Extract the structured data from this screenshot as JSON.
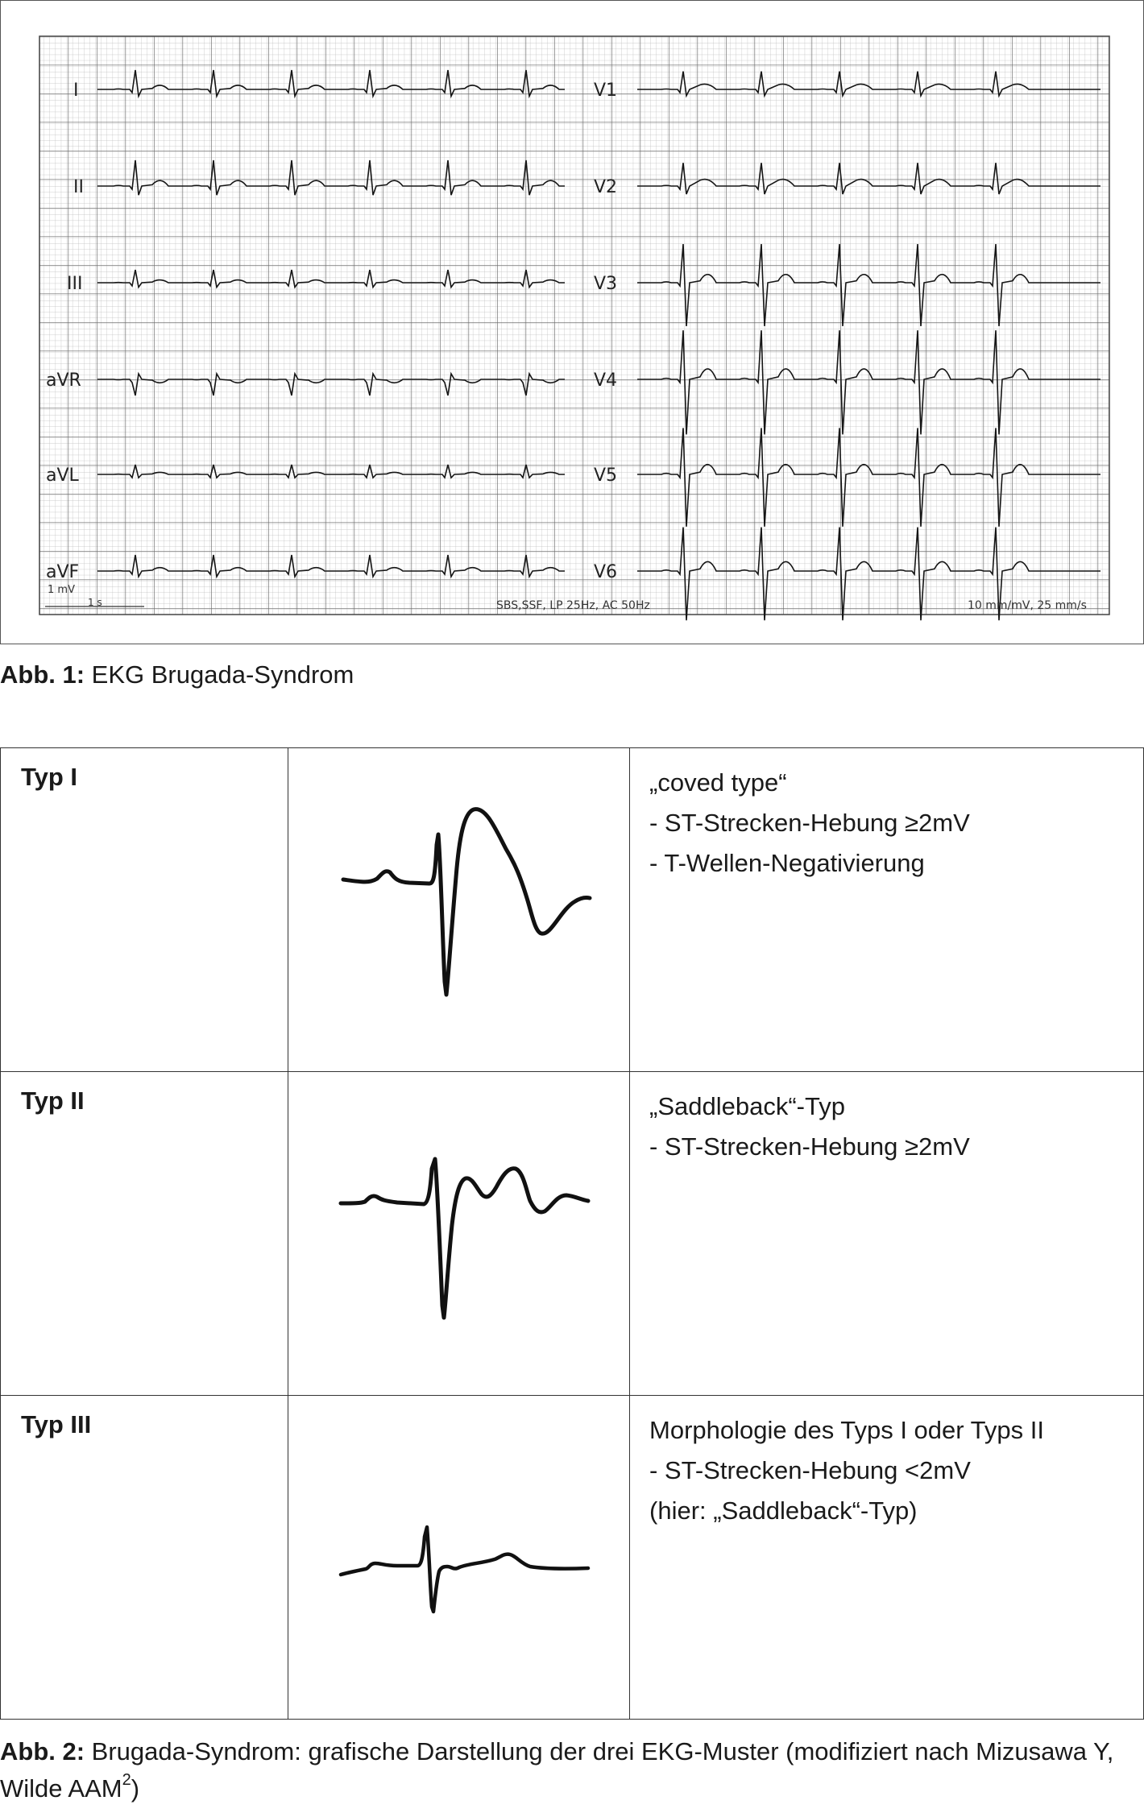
{
  "figure1": {
    "leads_left": [
      "I",
      "II",
      "III",
      "aVR",
      "aVL",
      "aVF"
    ],
    "leads_right": [
      "V1",
      "V2",
      "V3",
      "V4",
      "V5",
      "V6"
    ],
    "calibration_label": "1 mV",
    "scale_label": "1 s",
    "filter_label": "SBS,SSF, LP 25Hz, AC 50Hz",
    "gain_speed_label": "10 mm/mV, 25 mm/s"
  },
  "caption1": {
    "label": "Abb. 1:",
    "text": " EKG Brugada-Syndrom"
  },
  "table": {
    "rows": [
      {
        "type": "Typ I",
        "lines": [
          "„coved type“",
          "- ST-Strecken-Hebung ≥2mV",
          "- T-Wellen-Negativierung"
        ]
      },
      {
        "type": "Typ II",
        "lines": [
          "„Saddleback“-Typ",
          "- ST-Strecken-Hebung ≥2mV"
        ]
      },
      {
        "type": "Typ III",
        "lines": [
          "Morphologie des Typs I oder Typs II",
          "- ST-Strecken-Hebung <2mV",
          "(hier: „Saddleback“-Typ)"
        ]
      }
    ]
  },
  "caption2": {
    "label": "Abb. 2:",
    "text": " Brugada-Syndrom: grafische Darstellung der drei EKG-Muster (modifiziert nach Mizusawa Y, Wilde AAM",
    "superscript": "2",
    "suffix": ")"
  }
}
